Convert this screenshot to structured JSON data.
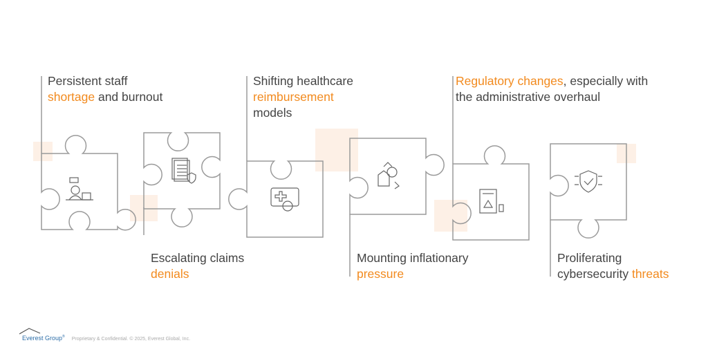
{
  "challenges": [
    {
      "pre": "Persistent staff",
      "highlight": "shortage",
      "post": " and burnout",
      "icon": "tired-worker-icon",
      "layout": "above"
    },
    {
      "pre": "Escalating claims ",
      "highlight": "denials",
      "post": "",
      "icon": "denied-claim-document-icon",
      "layout": "below"
    },
    {
      "pre": "Shifting healthcare",
      "highlight": "reimbursement",
      "post": "models",
      "icon": "medical-reimbursement-card-icon",
      "layout": "above"
    },
    {
      "pre": "Mounting inflationary",
      "highlight": "pressure",
      "post": "",
      "icon": "rising-price-tags-icon",
      "layout": "below"
    },
    {
      "pre": "",
      "highlight": "Regulatory changes",
      "post": ", especially with the administrative overhaul",
      "icon": "regulation-warning-document-icon",
      "layout": "above"
    },
    {
      "pre": "Proliferating cybersecurity ",
      "highlight": "threats",
      "post": "",
      "icon": "cyber-shield-threat-icon",
      "layout": "below"
    }
  ],
  "colors": {
    "accent": "#f28a1e",
    "accent_light": "#fdf0e6",
    "line": "#9a9a9a",
    "text": "#444444"
  },
  "footer": {
    "logo": "Everest Group",
    "logo_mark": "®",
    "copyright": "Proprietary & Confidential. © 2025, Everest Global, Inc."
  }
}
